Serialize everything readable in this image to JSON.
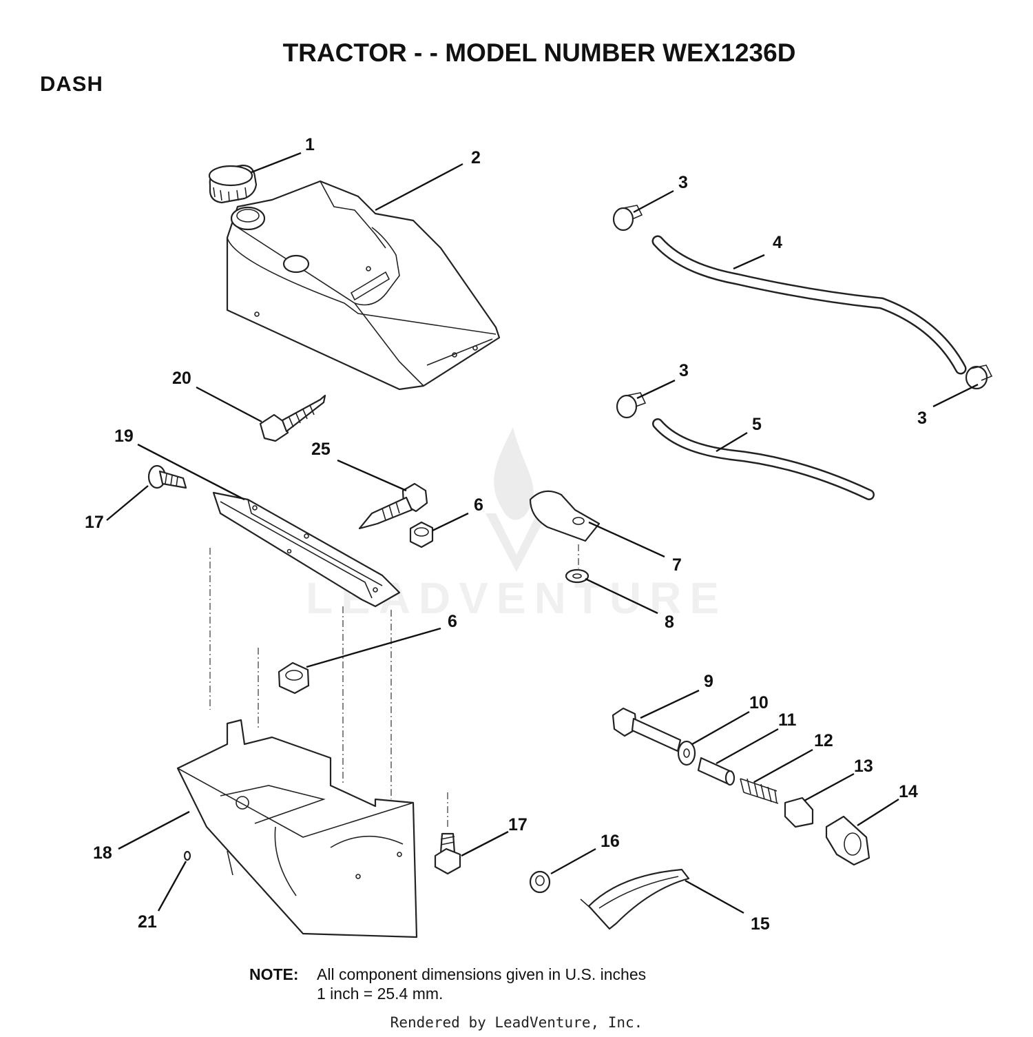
{
  "header": {
    "title": "TRACTOR - - MODEL NUMBER WEX1236D",
    "section": "DASH"
  },
  "watermark": {
    "text": "LEADVENTURE"
  },
  "callouts": [
    {
      "id": "c1",
      "label": "1"
    },
    {
      "id": "c2",
      "label": "2"
    },
    {
      "id": "c3a",
      "label": "3"
    },
    {
      "id": "c4",
      "label": "4"
    },
    {
      "id": "c3b",
      "label": "3"
    },
    {
      "id": "c3c",
      "label": "3"
    },
    {
      "id": "c5",
      "label": "5"
    },
    {
      "id": "c20",
      "label": "20"
    },
    {
      "id": "c19",
      "label": "19"
    },
    {
      "id": "c25",
      "label": "25"
    },
    {
      "id": "c17a",
      "label": "17"
    },
    {
      "id": "c6a",
      "label": "6"
    },
    {
      "id": "c7",
      "label": "7"
    },
    {
      "id": "c8",
      "label": "8"
    },
    {
      "id": "c6b",
      "label": "6"
    },
    {
      "id": "c9",
      "label": "9"
    },
    {
      "id": "c10",
      "label": "10"
    },
    {
      "id": "c11",
      "label": "11"
    },
    {
      "id": "c12",
      "label": "12"
    },
    {
      "id": "c13",
      "label": "13"
    },
    {
      "id": "c14",
      "label": "14"
    },
    {
      "id": "c17b",
      "label": "17"
    },
    {
      "id": "c16",
      "label": "16"
    },
    {
      "id": "c18",
      "label": "18"
    },
    {
      "id": "c15",
      "label": "15"
    },
    {
      "id": "c21",
      "label": "21"
    }
  ],
  "note": {
    "label": "NOTE:",
    "line1": "All component dimensions given in U.S. inches",
    "line2": "1 inch = 25.4 mm."
  },
  "footer": "Rendered by LeadVenture, Inc."
}
